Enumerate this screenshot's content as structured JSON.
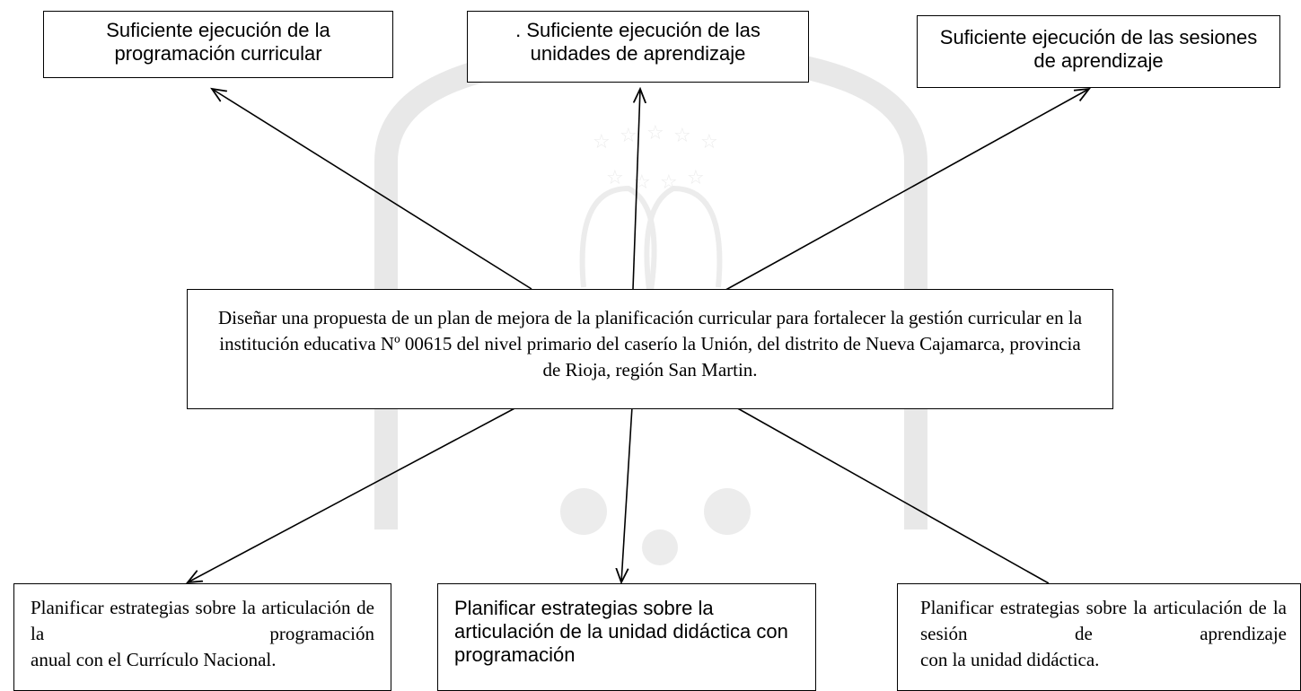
{
  "goal": "Diseñar una propuesta de un plan de mejora de la planificación curricular para fortalecer la gestión curricular en la institución educativa Nº 00615 del nivel primario del caserío la Unión, del distrito de Nueva Cajamarca, provincia de Rioja, región San Martin.",
  "outcomes": [
    "Suficiente ejecución de la programación curricular",
    ". Suficiente ejecución de las unidades de aprendizaje",
    "Suficiente ejecución de las sesiones de aprendizaje"
  ],
  "strategies": {
    "left": {
      "justified": "Planificar estrategias sobre la articulación de la programación",
      "last": "anual con el Currículo Nacional."
    },
    "center": "Planificar estrategias sobre la articulación de la unidad didáctica con programación",
    "right": {
      "justified": "Planificar estrategias sobre la articulación de la sesión de aprendizaje",
      "last": "con la unidad didáctica."
    }
  },
  "colors": {
    "line": "#000000",
    "watermark": "#e6e6e6"
  }
}
